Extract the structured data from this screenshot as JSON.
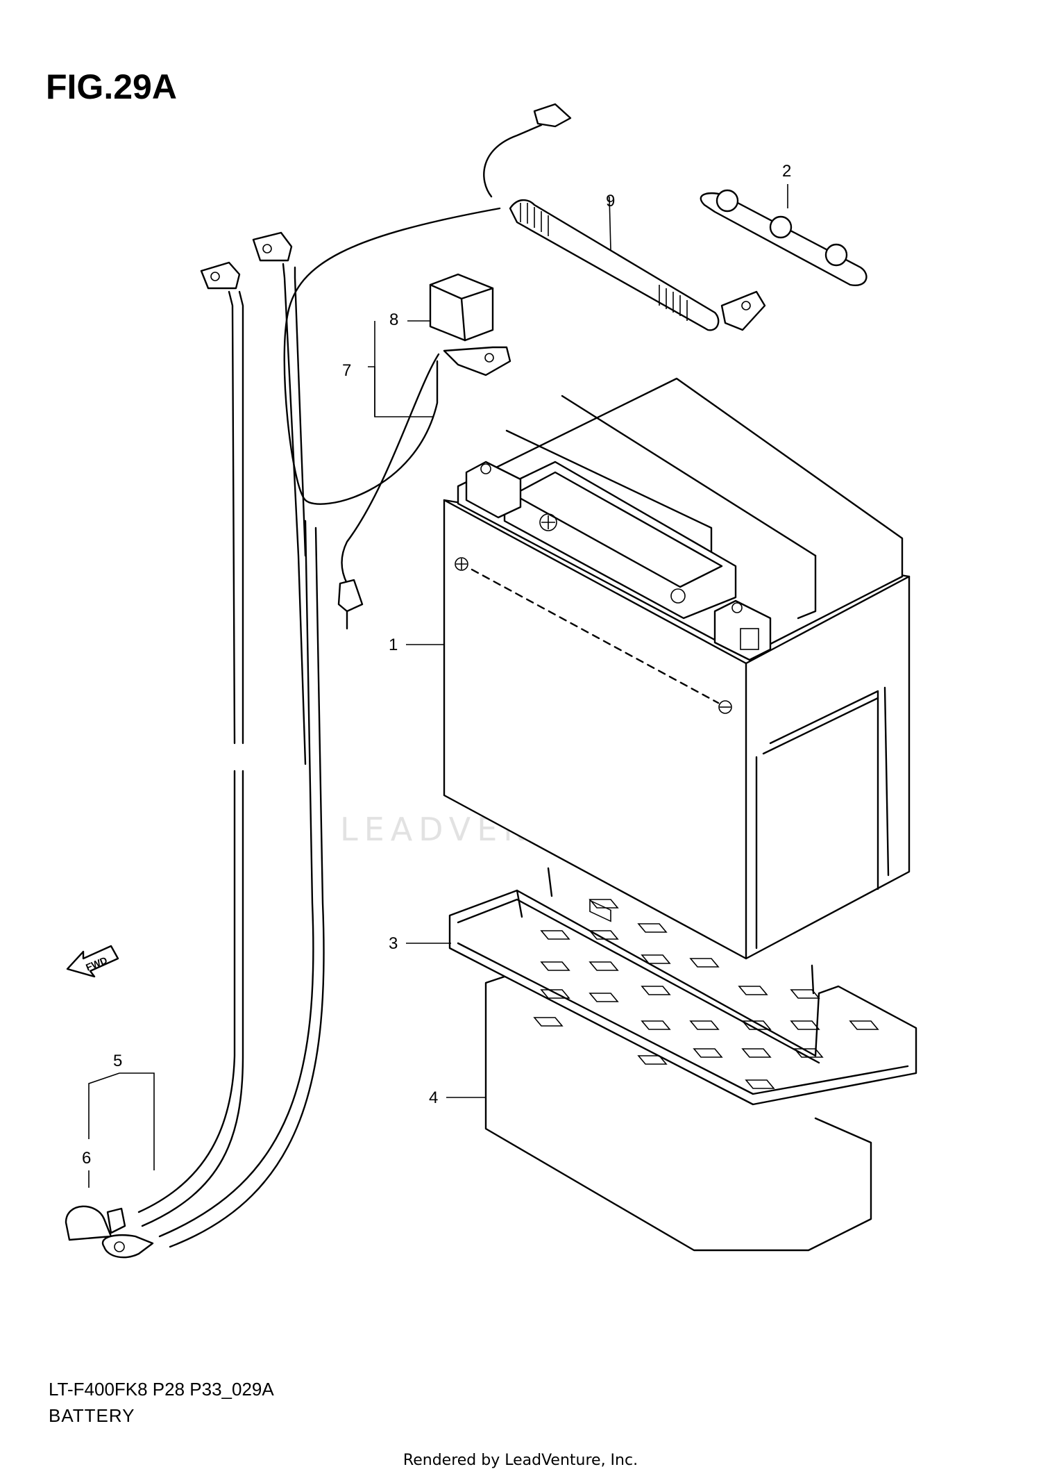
{
  "figure": {
    "title": "FIG.29A",
    "code": "LT-F400FK8 P28 P33_029A",
    "name": "BATTERY"
  },
  "watermark": {
    "text": "LEADVENTURE"
  },
  "footer": {
    "rendered_by": "Rendered by LeadVenture, Inc."
  },
  "callouts": {
    "c1": "1",
    "c2": "2",
    "c3": "3",
    "c4": "4",
    "c5": "5",
    "c6": "6",
    "c7": "7",
    "c8": "8",
    "c9": "9"
  },
  "direction_arrow": {
    "label": "FWD"
  }
}
